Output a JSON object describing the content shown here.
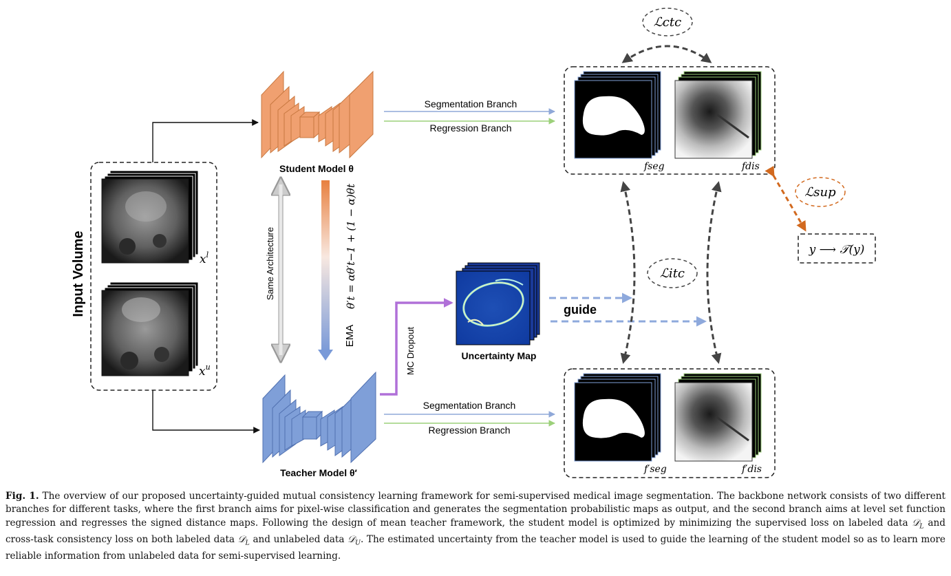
{
  "diagram": {
    "input_volume_label": "Input  Volume",
    "input_labeled_symbol": "x",
    "input_labeled_sup": "l",
    "input_unlabeled_symbol": "x",
    "input_unlabeled_sup": "u",
    "student_label": "Student Model  θ",
    "teacher_label": "Teacher Model  θ′",
    "same_architecture_label": "Same  Architecture",
    "ema_label": "EMA",
    "ema_formula": "θ′t = αθ′t−1 + (1 − α)θt",
    "mc_dropout_label": "MC Dropout",
    "uncertainty_map_label": "Uncertainty Map",
    "guide_label": "guide",
    "student_seg_branch": "Segmentation Branch",
    "student_reg_branch": "Regression Branch",
    "teacher_seg_branch": "Segmentation Branch",
    "teacher_reg_branch": "Regression Branch",
    "loss_ctc": "ℒctc",
    "loss_itc": "ℒitc",
    "loss_sup": "ℒsup",
    "target_mapping": "y ⟶ 𝒯(y)",
    "f_seg": "fseg",
    "f_dis": "fdis",
    "f_seg_prime": "f′seg",
    "f_dis_prime": "f′dis",
    "colors": {
      "student": "#f0a070",
      "teacher": "#7f9fd8",
      "mc_dropout_arrow": "#b070d8",
      "seg_branch_arrow": "#8fa8d8",
      "reg_branch_arrow": "#9cd07a",
      "guide_arrow": "#8ea9dc",
      "sup_arrow": "#d2691e"
    }
  },
  "caption": {
    "fig_label": "Fig. 1.",
    "text_1": " The overview of our proposed uncertainty-guided mutual consistency learning framework for semi-supervised medical image segmentation. The backbone network consists of two different branches for different tasks, where the first branch aims for pixel-wise classification and generates the segmentation probabilistic maps as output, and the second branch aims at level set function regression and regresses the signed distance maps. Following the design of mean teacher framework, the student model is optimized by minimizing the supervised loss on labeled data ",
    "DL_1": "𝒟",
    "DL_1_sub": "L",
    "text_2": " and cross-task consistency loss on both labeled data ",
    "DL_2": "𝒟",
    "DL_2_sub": "L",
    "text_3": " and unlabeled data ",
    "DU": "𝒟",
    "DU_sub": "U",
    "text_4": ". The estimated uncertainty from the teacher model is used to guide the learning of the student model so as to learn more reliable information from unlabeled data for semi-supervised learning."
  }
}
